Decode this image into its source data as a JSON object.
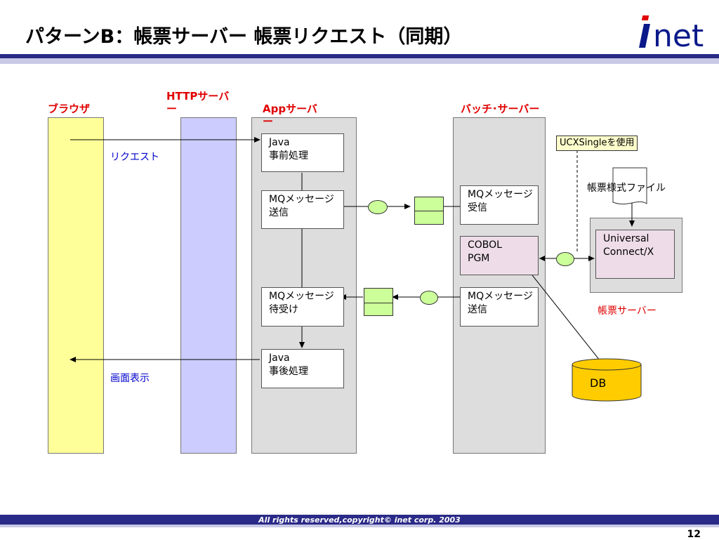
{
  "header": {
    "title": "パターンB：帳票サーバー 帳票リクエスト（同期）",
    "logo_text": "net"
  },
  "lanes": {
    "browser": "ブラウザ",
    "http_server": "HTTPサーバー",
    "app_server": "Appサーバー",
    "batch_server": "バッチ･サーバー"
  },
  "boxes": {
    "java_pre": "Java\n事前処理",
    "mq_send_app": "MQメッセージ送信",
    "mq_wait": "MQメッセージ待受け",
    "java_post": "Java\n事後処理",
    "mq_receive": "MQメッセージ受信",
    "cobol_pgm": "COBOL\nPGM",
    "mq_send_batch": "MQメッセージ送信",
    "universal_connect": "Universal\nConnect/X"
  },
  "labels": {
    "request": "リクエスト",
    "screen_display": "画面表示",
    "ucx_single": "UCXSingleを使用",
    "form_file": "帳票様式ファイル",
    "form_server": "帳票サーバー",
    "db": "DB"
  },
  "footer": {
    "copyright": "All rights reserved,copyright© inet corp. 2003",
    "page_number": "12"
  },
  "colors": {
    "browser_lane": "#ffff99",
    "http_lane": "#ccccff",
    "app_lane": "#dddddd",
    "batch_lane": "#dddddd",
    "cobol_box": "#eedde8",
    "universal_box": "#eedde8",
    "queue_fill": "#ccff99",
    "channel_fill": "#ccff99",
    "db_fill": "#ffcc00",
    "note_fill": "#ffffcc",
    "lane_label": "#e00000",
    "blue_text": "#0000cc",
    "bar_dark": "#2a2a88"
  }
}
